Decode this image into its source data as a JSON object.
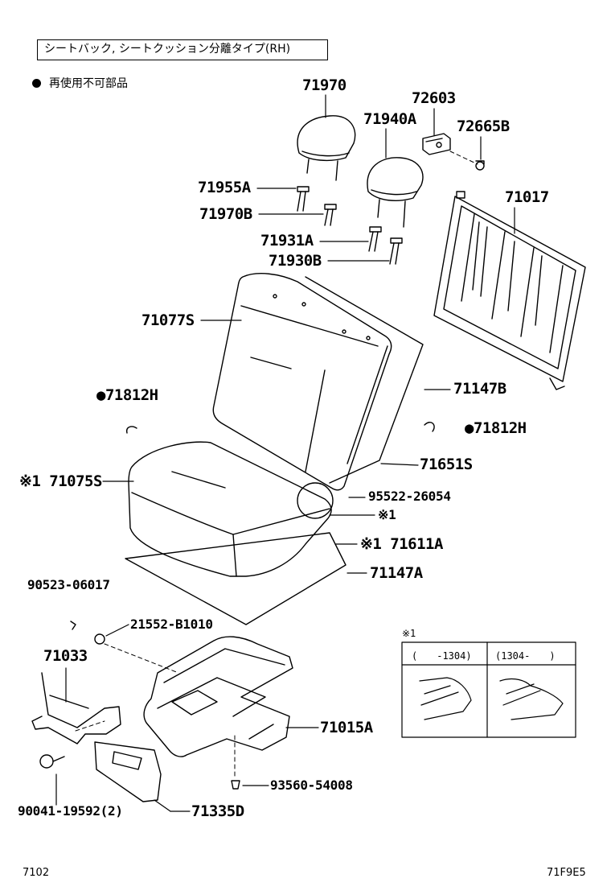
{
  "header": {
    "title": "シートバック, シートクッション分離タイプ(RH)",
    "legend_text": "再使用不可部品"
  },
  "parts": {
    "headrest_1": "71970",
    "headrest_2": "71940A",
    "bracket": "72603",
    "clip": "72665B",
    "guide_1": "71955A",
    "guide_2": "71970B",
    "guide_3": "71931A",
    "guide_4": "71930B",
    "back_frame": "71017",
    "back_cover": "71077S",
    "back_pad": "71147B",
    "hog_ring_left": "●71812H",
    "hog_ring_right": "●71812H",
    "back_pad_inner": "71651S",
    "cushion_cover": "※1 71075S",
    "wire": "95522-26054",
    "note_ref": "※1",
    "cushion_pad": "※1 71611A",
    "cushion_sheet": "71147A",
    "clip_2": "90523-06017",
    "nut": "21552-B1010",
    "hinge": "71033",
    "cushion_frame": "71015A",
    "bolt": "90041-19592(2)",
    "clip_3": "93560-54008",
    "cover": "71335D"
  },
  "inset": {
    "title": "※1",
    "col_left": "(　　-1304)",
    "col_right": "(1304-　　)"
  },
  "footer": {
    "left_code": "7102",
    "right_code": "71F9E5"
  }
}
